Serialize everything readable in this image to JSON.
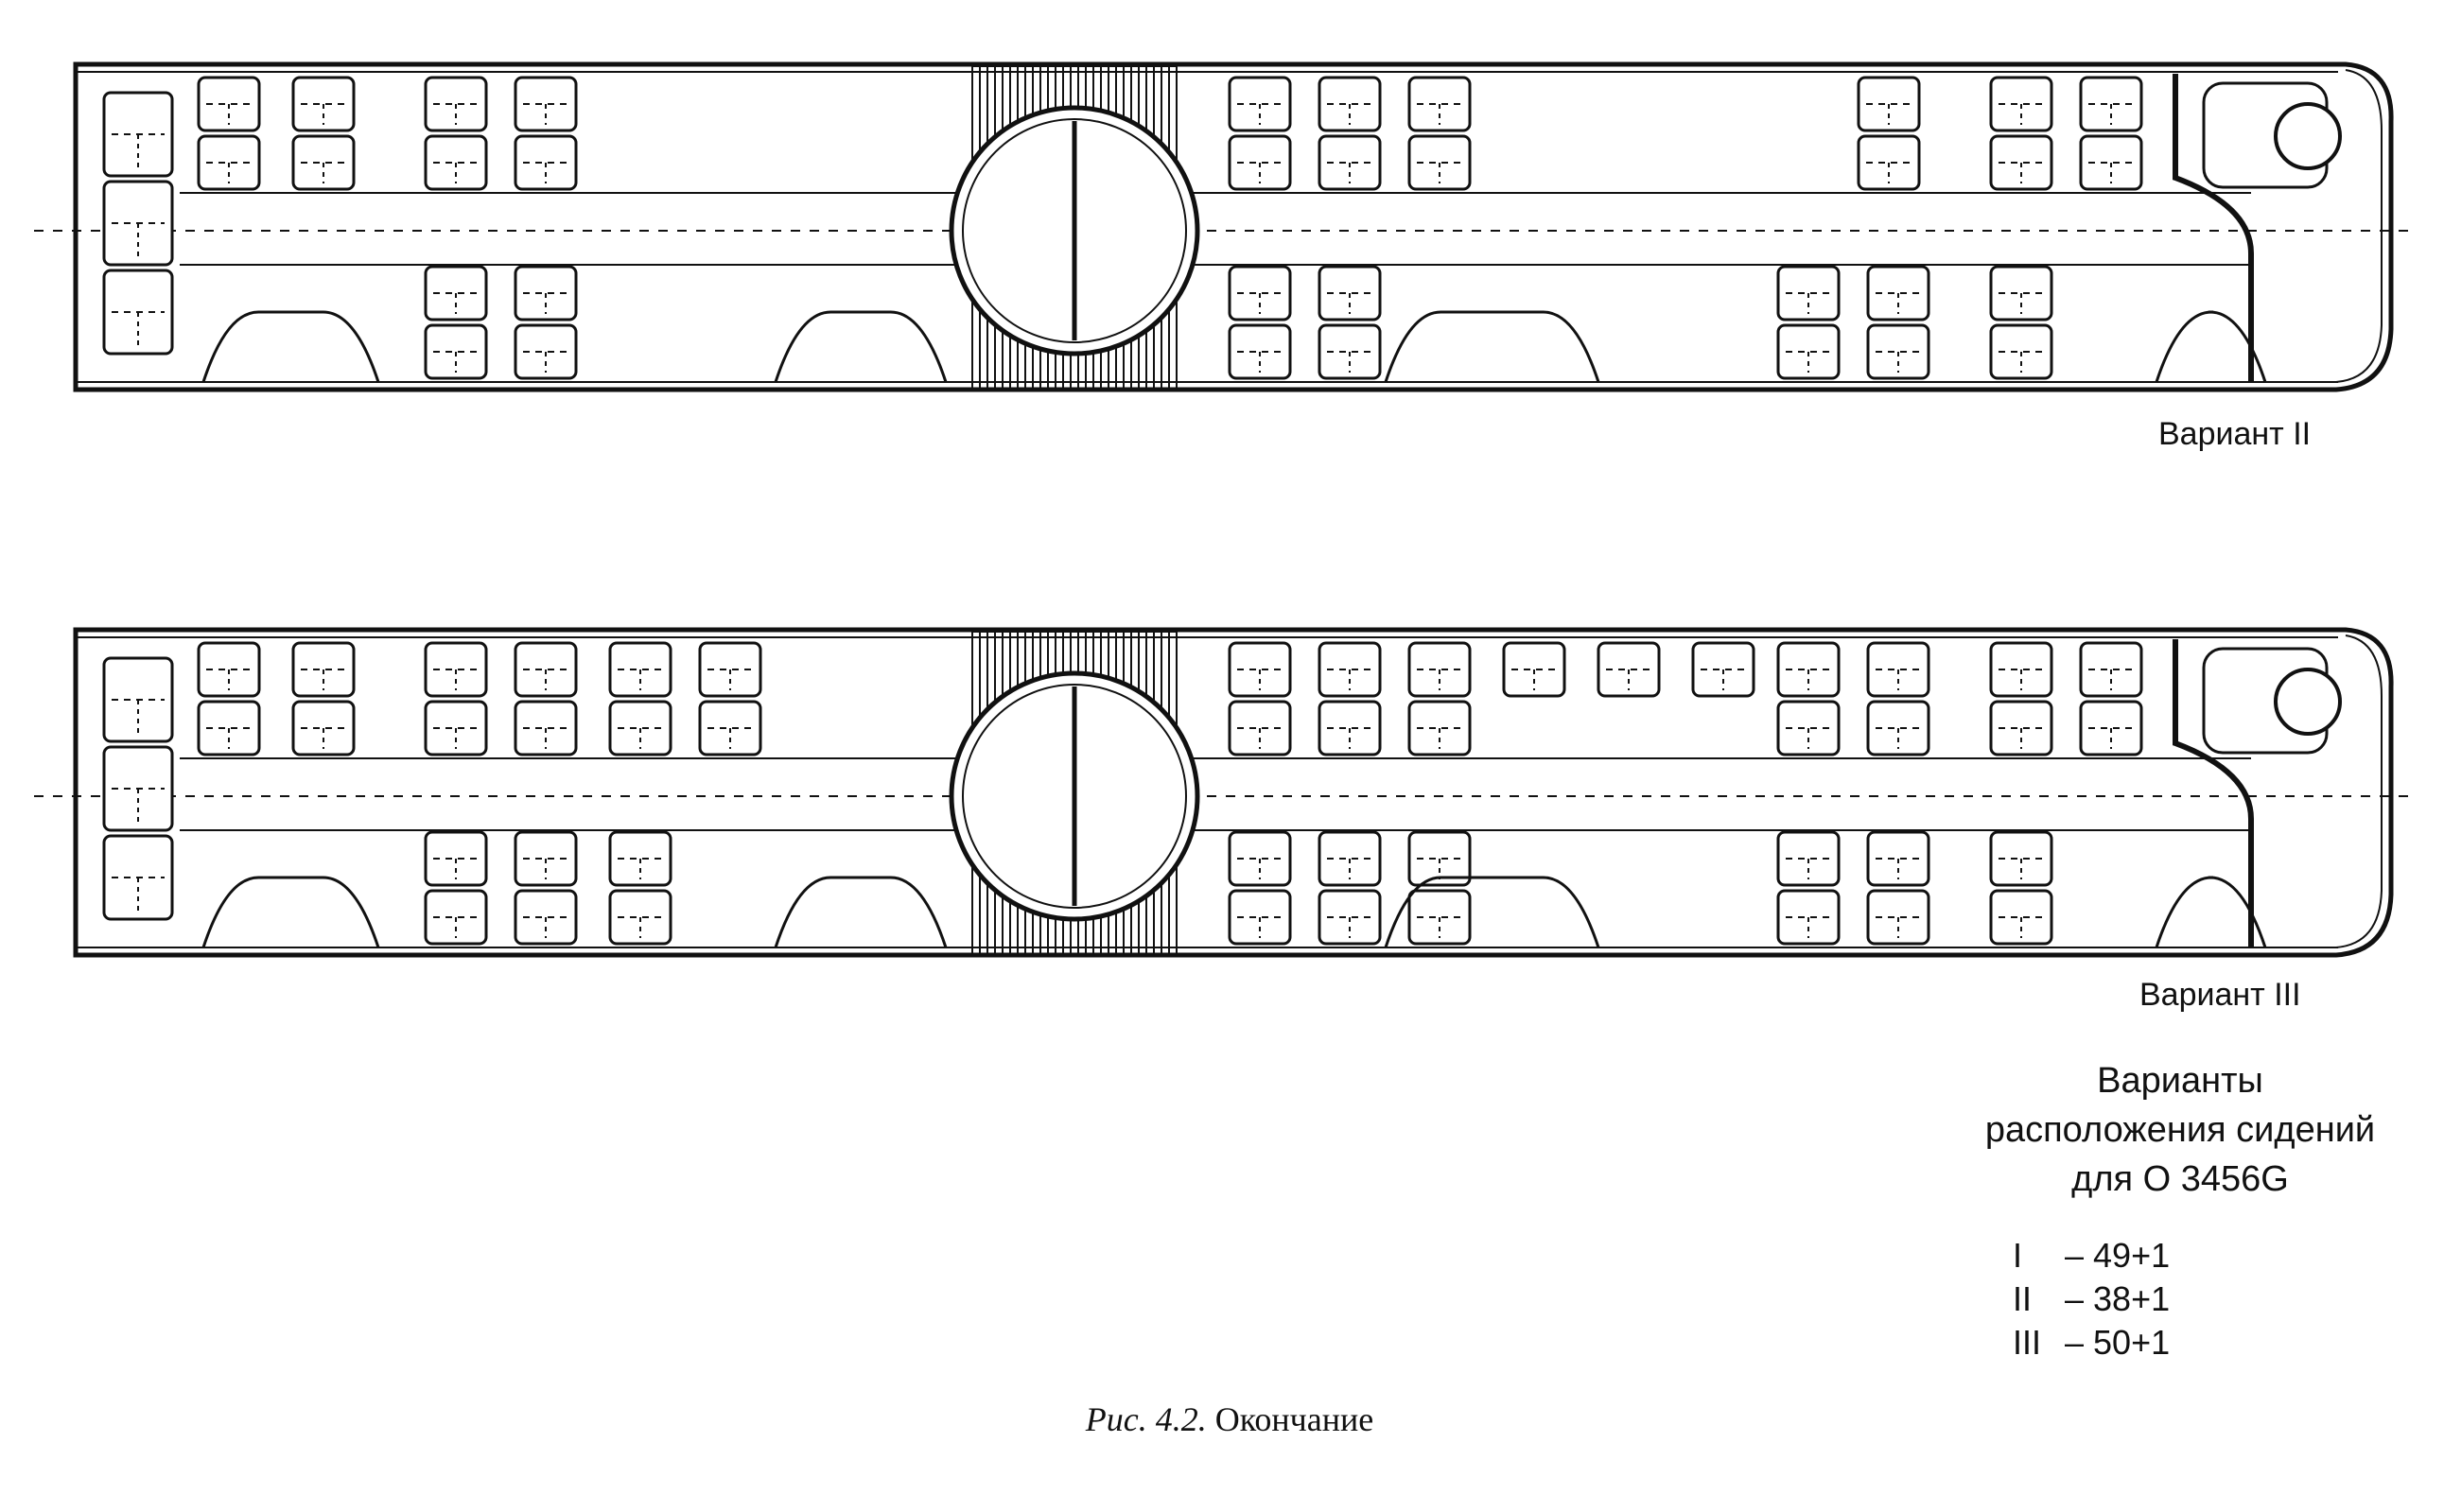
{
  "variants": [
    {
      "label": "Вариант II"
    },
    {
      "label": "Вариант III"
    }
  ],
  "legend": {
    "title_lines": [
      "Варианты",
      "расположения сидений",
      "для O 3456G"
    ],
    "counts": [
      {
        "numeral": "I",
        "value": "– 49+1"
      },
      {
        "numeral": "II",
        "value": "– 38+1"
      },
      {
        "numeral": "III",
        "value": "– 50+1"
      }
    ]
  },
  "caption": {
    "figure": "Рис. 4.2.",
    "text": "Окончание"
  }
}
